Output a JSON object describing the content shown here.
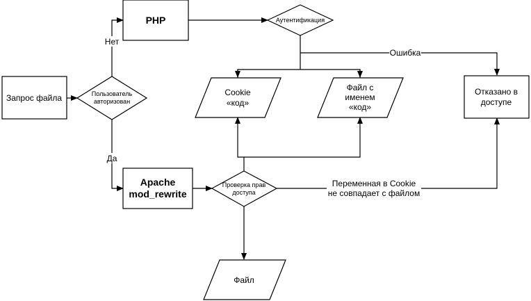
{
  "nodes": {
    "request": {
      "label": "Запрос файла"
    },
    "authorized": {
      "lines": [
        "Пользователь",
        "авторизован"
      ]
    },
    "php": {
      "label": "PHP"
    },
    "auth": {
      "label": "Аутентификация"
    },
    "cookie": {
      "lines": [
        "Cookie",
        "«код»"
      ]
    },
    "file_named": {
      "lines": [
        "Файл с",
        "именем",
        "«код»"
      ]
    },
    "denied": {
      "lines": [
        "Отказано в",
        "доступе"
      ]
    },
    "apache": {
      "lines": [
        "Apache",
        "mod_rewrite"
      ]
    },
    "check": {
      "lines": [
        "Проверка прав",
        "доступа"
      ]
    },
    "file": {
      "label": "Файл"
    }
  },
  "edges": {
    "no": "Нет",
    "yes": "Да",
    "error": "Ошибка",
    "mismatch": [
      "Переменная в Cookie",
      "не совпадает с файлом"
    ]
  }
}
